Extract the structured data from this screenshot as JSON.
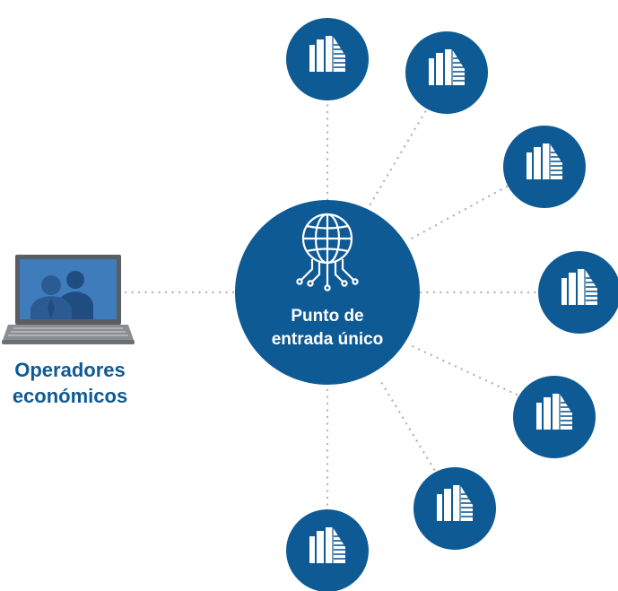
{
  "diagram": {
    "hub": {
      "label_line1": "Punto de",
      "label_line2": "entrada único",
      "icon": "globe-circuit-icon"
    },
    "user": {
      "label_line1": "Operadores",
      "label_line2": "económicos",
      "icon": "laptop-users-icon"
    },
    "node_icon": "building-icon",
    "node_count": 7,
    "colors": {
      "primary": "#0e5a95",
      "line": "#b5b7bb",
      "screen": "#3f7cbb",
      "laptop_frame": "#5a5d62",
      "white": "#ffffff"
    }
  }
}
